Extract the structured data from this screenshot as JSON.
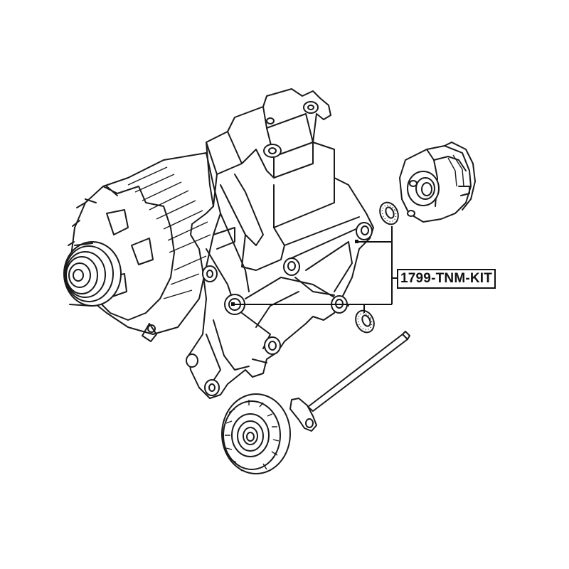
{
  "diagram": {
    "type": "exploded-parts-diagram",
    "part_label": "1799-TNM-KIT",
    "components": [
      {
        "name": "alternator",
        "icon": "alternator-icon"
      },
      {
        "name": "mounting-bracket",
        "icon": "bracket-icon"
      },
      {
        "name": "tensioner-pulley-assembly",
        "icon": "tensioner-icon"
      },
      {
        "name": "bearing-upper",
        "icon": "bearing-icon"
      },
      {
        "name": "bearing-lower",
        "icon": "bearing-icon"
      },
      {
        "name": "idler-pulley",
        "icon": "pulley-icon"
      },
      {
        "name": "tension-rod",
        "icon": "rod-icon"
      }
    ],
    "colors": {
      "line": "#1a1a1a",
      "background": "#ffffff"
    }
  }
}
